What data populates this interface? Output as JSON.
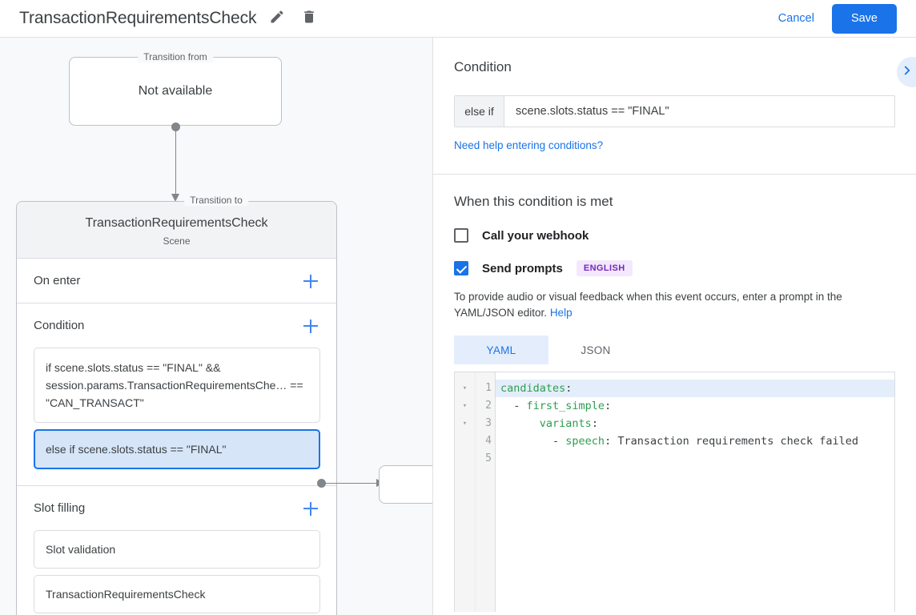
{
  "header": {
    "title": "TransactionRequirementsCheck",
    "edit_icon": "pencil-icon",
    "delete_icon": "trash-icon",
    "cancel_label": "Cancel",
    "save_label": "Save"
  },
  "canvas": {
    "transition_from": {
      "legend": "Transition from",
      "value": "Not available"
    },
    "transition_to": {
      "legend": "Transition to",
      "title": "TransactionRequirementsCheck",
      "subtitle": "Scene"
    },
    "sections": [
      {
        "title": "On enter",
        "items": []
      },
      {
        "title": "Condition",
        "items": [
          {
            "text": "if scene.slots.status == \"FINAL\" && session.params.TransactionRequirementsChe… == \"CAN_TRANSACT\"",
            "selected": false
          },
          {
            "text": "else if scene.slots.status == \"FINAL\"",
            "selected": true
          }
        ]
      },
      {
        "title": "Slot filling",
        "items": [
          {
            "text": "Slot validation",
            "selected": false
          },
          {
            "text": "TransactionRequirementsCheck",
            "selected": false
          }
        ]
      }
    ]
  },
  "panel": {
    "chevron_icon": "chevron-right-icon",
    "condition": {
      "heading": "Condition",
      "prefix": "else if",
      "value": "scene.slots.status == \"FINAL\"",
      "help_link": "Need help entering conditions?"
    },
    "when_met": {
      "heading": "When this condition is met",
      "webhook": {
        "label": "Call your webhook",
        "checked": false
      },
      "send_prompts": {
        "label": "Send prompts",
        "checked": true,
        "language_badge": "ENGLISH"
      },
      "description": "To provide audio or visual feedback when this event occurs, enter a prompt in the YAML/JSON editor.",
      "help_label": "Help"
    },
    "editor": {
      "tabs": [
        {
          "label": "YAML",
          "active": true
        },
        {
          "label": "JSON",
          "active": false
        }
      ],
      "line_numbers": [
        "1",
        "2",
        "3",
        "4",
        "5"
      ],
      "fold_markers": [
        "▾",
        "▾",
        "▾",
        "",
        ""
      ],
      "lines": [
        {
          "text": "candidates:",
          "highlight": true
        },
        {
          "text": "  - first_simple:",
          "highlight": false
        },
        {
          "text": "      variants:",
          "highlight": false
        },
        {
          "text": "        - speech: Transaction requirements check failed",
          "highlight": false
        },
        {
          "text": "",
          "highlight": false
        }
      ]
    }
  },
  "colors": {
    "accent": "#1a73e8",
    "selected_bg": "#d6e5f8",
    "badge_bg": "#f3e8fd",
    "badge_fg": "#7627bb",
    "code_key": "#2e9e50"
  }
}
